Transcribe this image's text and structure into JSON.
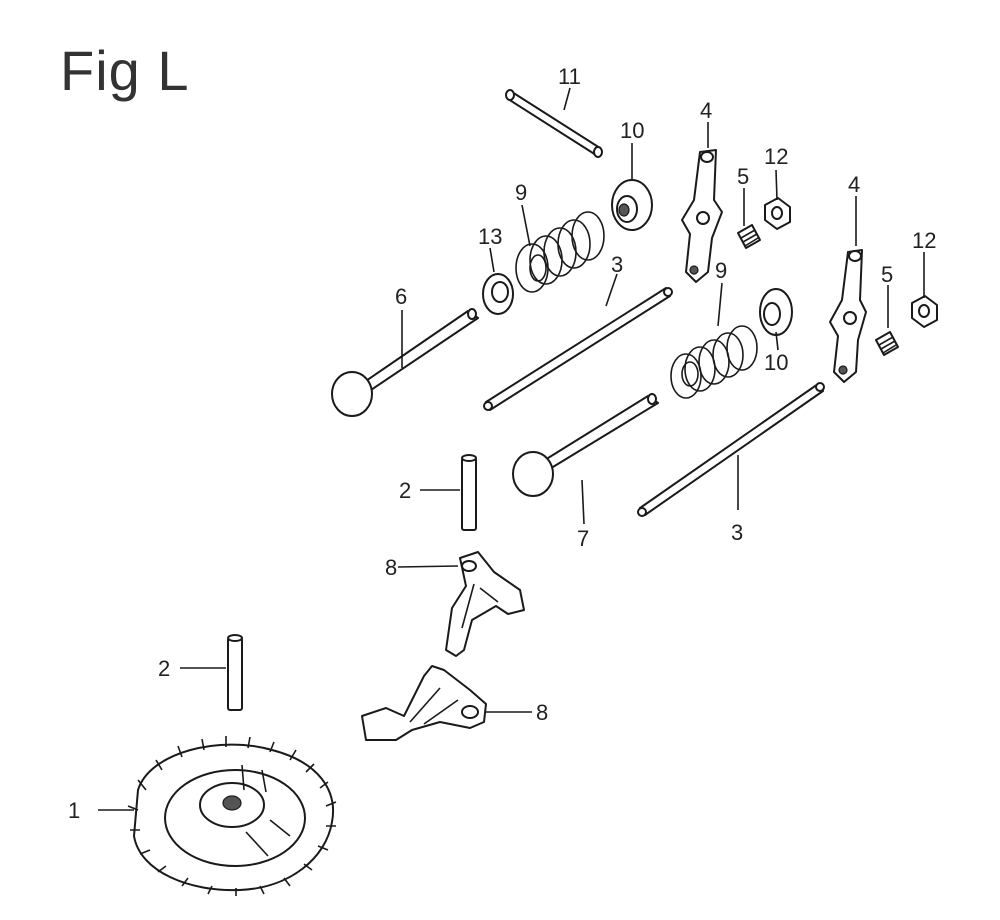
{
  "figure": {
    "title": "Fig L"
  },
  "callouts": [
    "1",
    "2",
    "2",
    "3",
    "3",
    "4",
    "4",
    "5",
    "5",
    "6",
    "7",
    "8",
    "8",
    "9",
    "9",
    "10",
    "10",
    "11",
    "12",
    "12",
    "13"
  ],
  "parts": [
    {
      "ref": "1",
      "icon": "camshaft-gear-icon"
    },
    {
      "ref": "2",
      "icon": "pin-icon"
    },
    {
      "ref": "3",
      "icon": "pushrod-icon"
    },
    {
      "ref": "4",
      "icon": "rocker-arm-icon"
    },
    {
      "ref": "5",
      "icon": "pivot-bolt-icon"
    },
    {
      "ref": "6",
      "icon": "valve-icon"
    },
    {
      "ref": "7",
      "icon": "valve-icon"
    },
    {
      "ref": "8",
      "icon": "tappet-arm-icon"
    },
    {
      "ref": "9",
      "icon": "valve-spring-icon"
    },
    {
      "ref": "10",
      "icon": "spring-retainer-icon"
    },
    {
      "ref": "11",
      "icon": "shaft-icon"
    },
    {
      "ref": "12",
      "icon": "nut-icon"
    },
    {
      "ref": "13",
      "icon": "spring-seat-icon"
    }
  ]
}
